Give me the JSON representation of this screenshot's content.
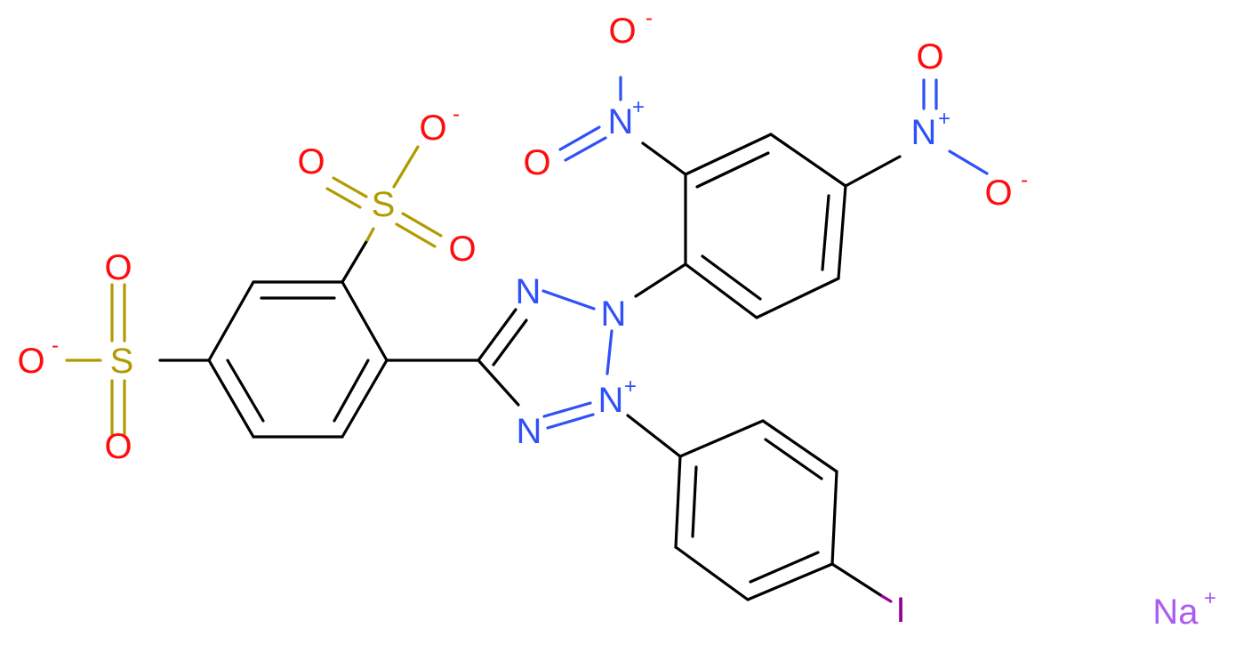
{
  "molecule": {
    "atom_colors": {
      "O": "#ff0d0d",
      "N": "#3050f8",
      "S": "#b29b00",
      "I": "#940094",
      "Na": "#ab5cf2",
      "C": "#000000"
    },
    "labels": {
      "o_no2a_top": "O",
      "o_no2a_left": "O",
      "n_no2a": "N",
      "o_no2b_top": "O",
      "o_no2b_right": "O",
      "n_no2b": "N",
      "o_so3a_top": "O",
      "o_so3a_left": "O",
      "o_so3a_right": "O",
      "s_so3a": "S",
      "o_so3b_left": "O",
      "o_so3b_top": "O",
      "o_so3b_bottom": "O",
      "s_so3b": "S",
      "n_tz1": "N",
      "n_tz2": "N",
      "n_tz3": "N",
      "n_tz4": "N",
      "iodine": "I",
      "sodium": "Na"
    },
    "charges": {
      "minus": "-",
      "plus": "+"
    }
  }
}
